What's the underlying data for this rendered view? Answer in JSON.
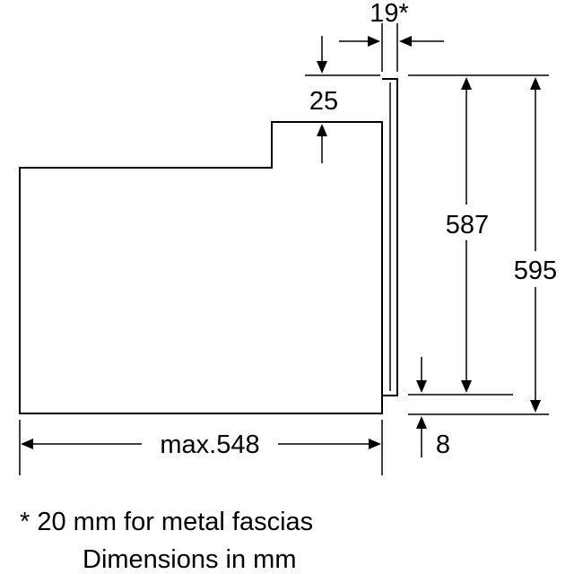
{
  "dimensions": {
    "fascia_thickness": "19*",
    "top_step": "25",
    "inner_height": "587",
    "total_height": "595",
    "bottom_gap": "8",
    "depth": "max.548"
  },
  "notes": {
    "metal_fascia": "* 20 mm for metal fascias",
    "units": "Dimensions in mm"
  }
}
